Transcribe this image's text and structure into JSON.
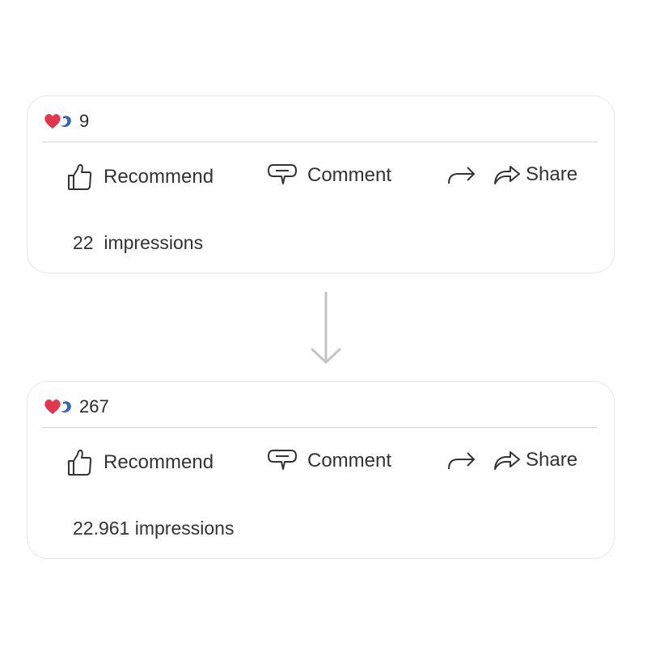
{
  "before": {
    "reaction_count": "9",
    "actions": {
      "recommend": "Recommend",
      "comment": "Comment",
      "share": "Share"
    },
    "impressions": "22  impressions"
  },
  "after": {
    "reaction_count": "267",
    "actions": {
      "recommend": "Recommend",
      "comment": "Comment",
      "share": "Share"
    },
    "impressions": "22.961 impressions"
  },
  "colors": {
    "heart": "#e0374f",
    "blue": "#3a66b8"
  }
}
